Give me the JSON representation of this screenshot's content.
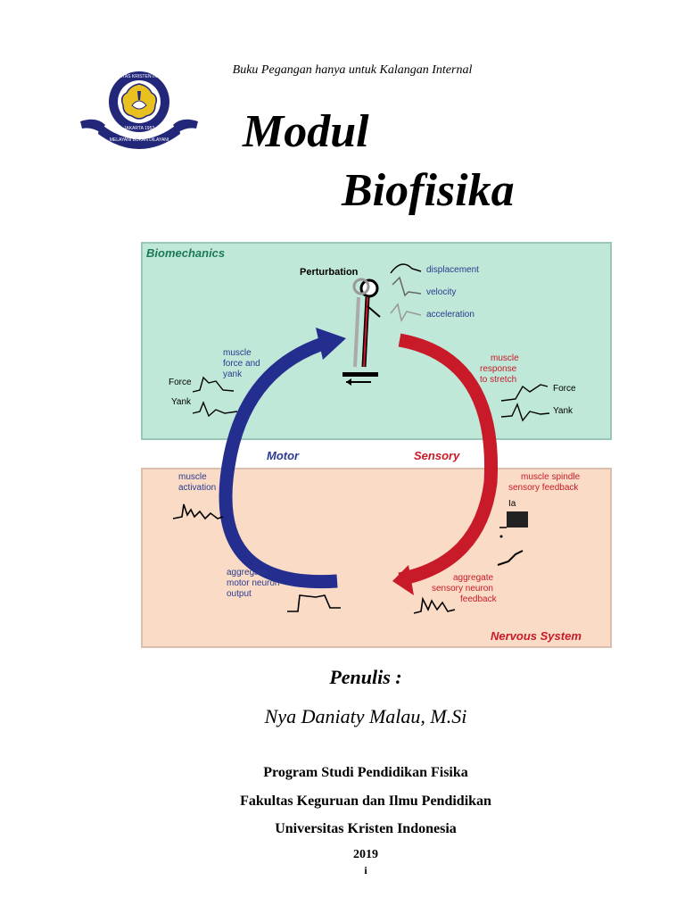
{
  "header": {
    "tagline": "Buku Pegangan hanya untuk Kalangan Internal",
    "title_line1": "Modul",
    "title_line2": "Biofisika"
  },
  "logo": {
    "ring_text_top": "UNIVERSITAS KRISTEN INDONESIA",
    "ring_text_bottom": "JAKARTA 1953",
    "banner_text": "MELAYANI BUKAN DILAYANI",
    "colors": {
      "navy": "#23277a",
      "gold": "#e8c020"
    }
  },
  "figure": {
    "biomechanics_label": "Biomechanics",
    "nervous_system_label": "Nervous System",
    "perturbation_label": "Perturbation",
    "displacement_label": "displacement",
    "velocity_label": "velocity",
    "acceleration_label": "acceleration",
    "muscle_force_label_1": "muscle",
    "muscle_force_label_2": "force and",
    "muscle_force_label_3": "yank",
    "force_left": "Force",
    "yank_left": "Yank",
    "muscle_response_1": "muscle",
    "muscle_response_2": "response",
    "muscle_response_3": "to stretch",
    "force_right": "Force",
    "yank_right": "Yank",
    "motor_label": "Motor",
    "sensory_label": "Sensory",
    "muscle_activation_1": "muscle",
    "muscle_activation_2": "activation",
    "spindle_1": "muscle spindle",
    "spindle_2": "sensory feedback",
    "ia_label": "Ia",
    "aggregate_motor_1": "aggregate",
    "aggregate_motor_2": "motor neuron",
    "aggregate_motor_3": "output",
    "aggregate_sensory_1": "aggregate",
    "aggregate_sensory_2": "sensory neuron",
    "aggregate_sensory_3": "feedback",
    "colors": {
      "biomech_bg": "#bfe8d8",
      "nervous_bg": "#fadcc6",
      "motor_arrow": "#232e8e",
      "sensory_arrow": "#c81a28",
      "label_green": "#1b7a56",
      "label_red": "#c81a28",
      "label_blue": "#2b3a8f"
    }
  },
  "author_block": {
    "penulis_label": "Penulis :",
    "author_name": "Nya Daniaty Malau, M.Si"
  },
  "institution": {
    "program": "Program Studi Pendidikan Fisika",
    "faculty": "Fakultas Keguruan dan Ilmu Pendidikan",
    "university": "Universitas Kristen Indonesia",
    "year": "2019",
    "page_number": "i"
  }
}
